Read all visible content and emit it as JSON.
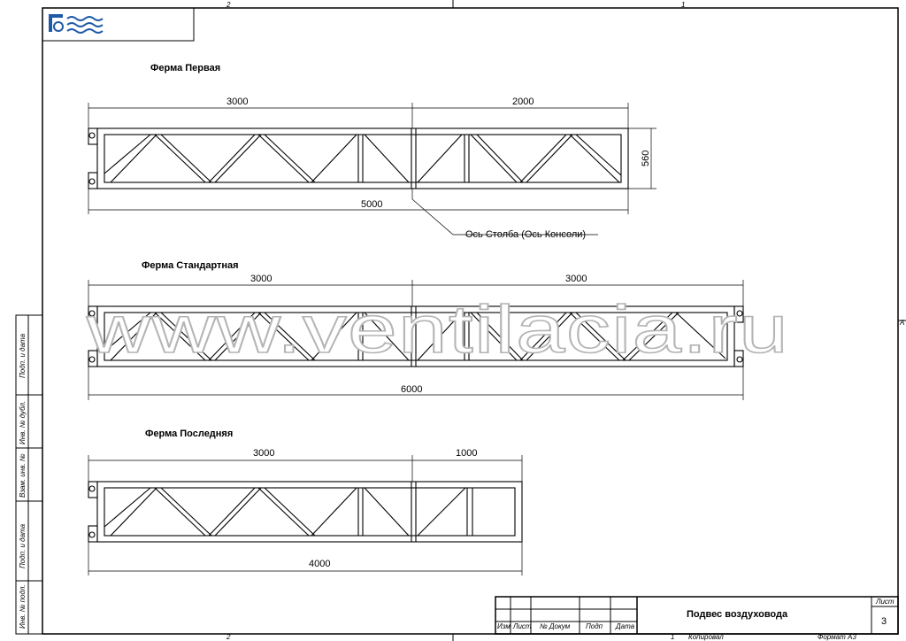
{
  "frame": {
    "top_zone_left": "2",
    "top_zone_right": "1",
    "bottom_zone_left": "2",
    "bottom_zone_right": "1",
    "right_zone": "A"
  },
  "watermark": "www.ventilacia.ru",
  "side_stamp": [
    "Подп. и дата",
    "Инв. № дубл.",
    "Взам. инв. №",
    "Подп. и дата",
    "Инв. № подл."
  ],
  "trusses": [
    {
      "title": "Ферма Первая",
      "dims": {
        "left": "3000",
        "right": "2000",
        "total": "5000",
        "height": "560"
      },
      "callout": "Ось Столба (Ось Консоли)"
    },
    {
      "title": "Ферма Стандартная",
      "dims": {
        "left": "3000",
        "right": "3000",
        "total": "6000"
      }
    },
    {
      "title": "Ферма Последняя",
      "dims": {
        "left": "3000",
        "right": "1000",
        "total": "4000"
      }
    }
  ],
  "title_block": {
    "name": "Подвес воздуховода",
    "sheet_label": "Лист",
    "sheet_number": "3",
    "cols": [
      "Изм",
      "Лист",
      "№ Докум",
      "Подп",
      "Дата"
    ],
    "copied_label": "Копировал",
    "format_label": "Формат А3"
  }
}
